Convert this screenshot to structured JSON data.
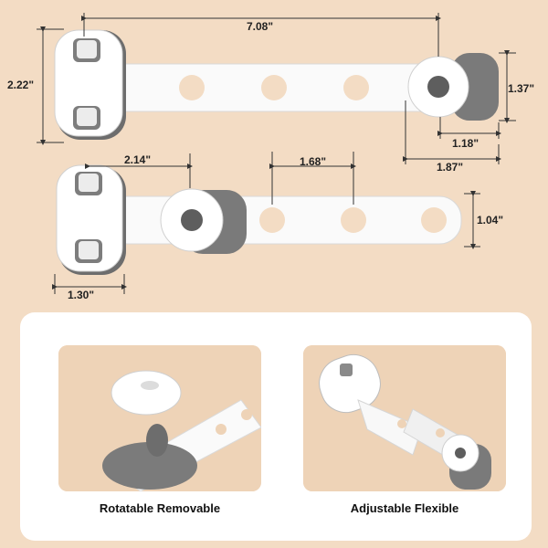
{
  "dimensions": {
    "top_length": "7.08\"",
    "top_height": "2.22\"",
    "knob_height": "1.37\"",
    "knob_width": "1.18\"",
    "knob_span": "1.87\"",
    "bottom_knob_offset": "2.14\"",
    "hole_spacing": "1.68\"",
    "strap_height": "1.04\"",
    "base_width": "1.30\""
  },
  "features": [
    {
      "label": "Rotatable Removable"
    },
    {
      "label": "Adjustable Flexible"
    }
  ],
  "colors": {
    "background": "#f3dcc4",
    "plastic": "#ffffff",
    "accent_gray": "#7b7b7b",
    "dimension_line": "#333333"
  }
}
